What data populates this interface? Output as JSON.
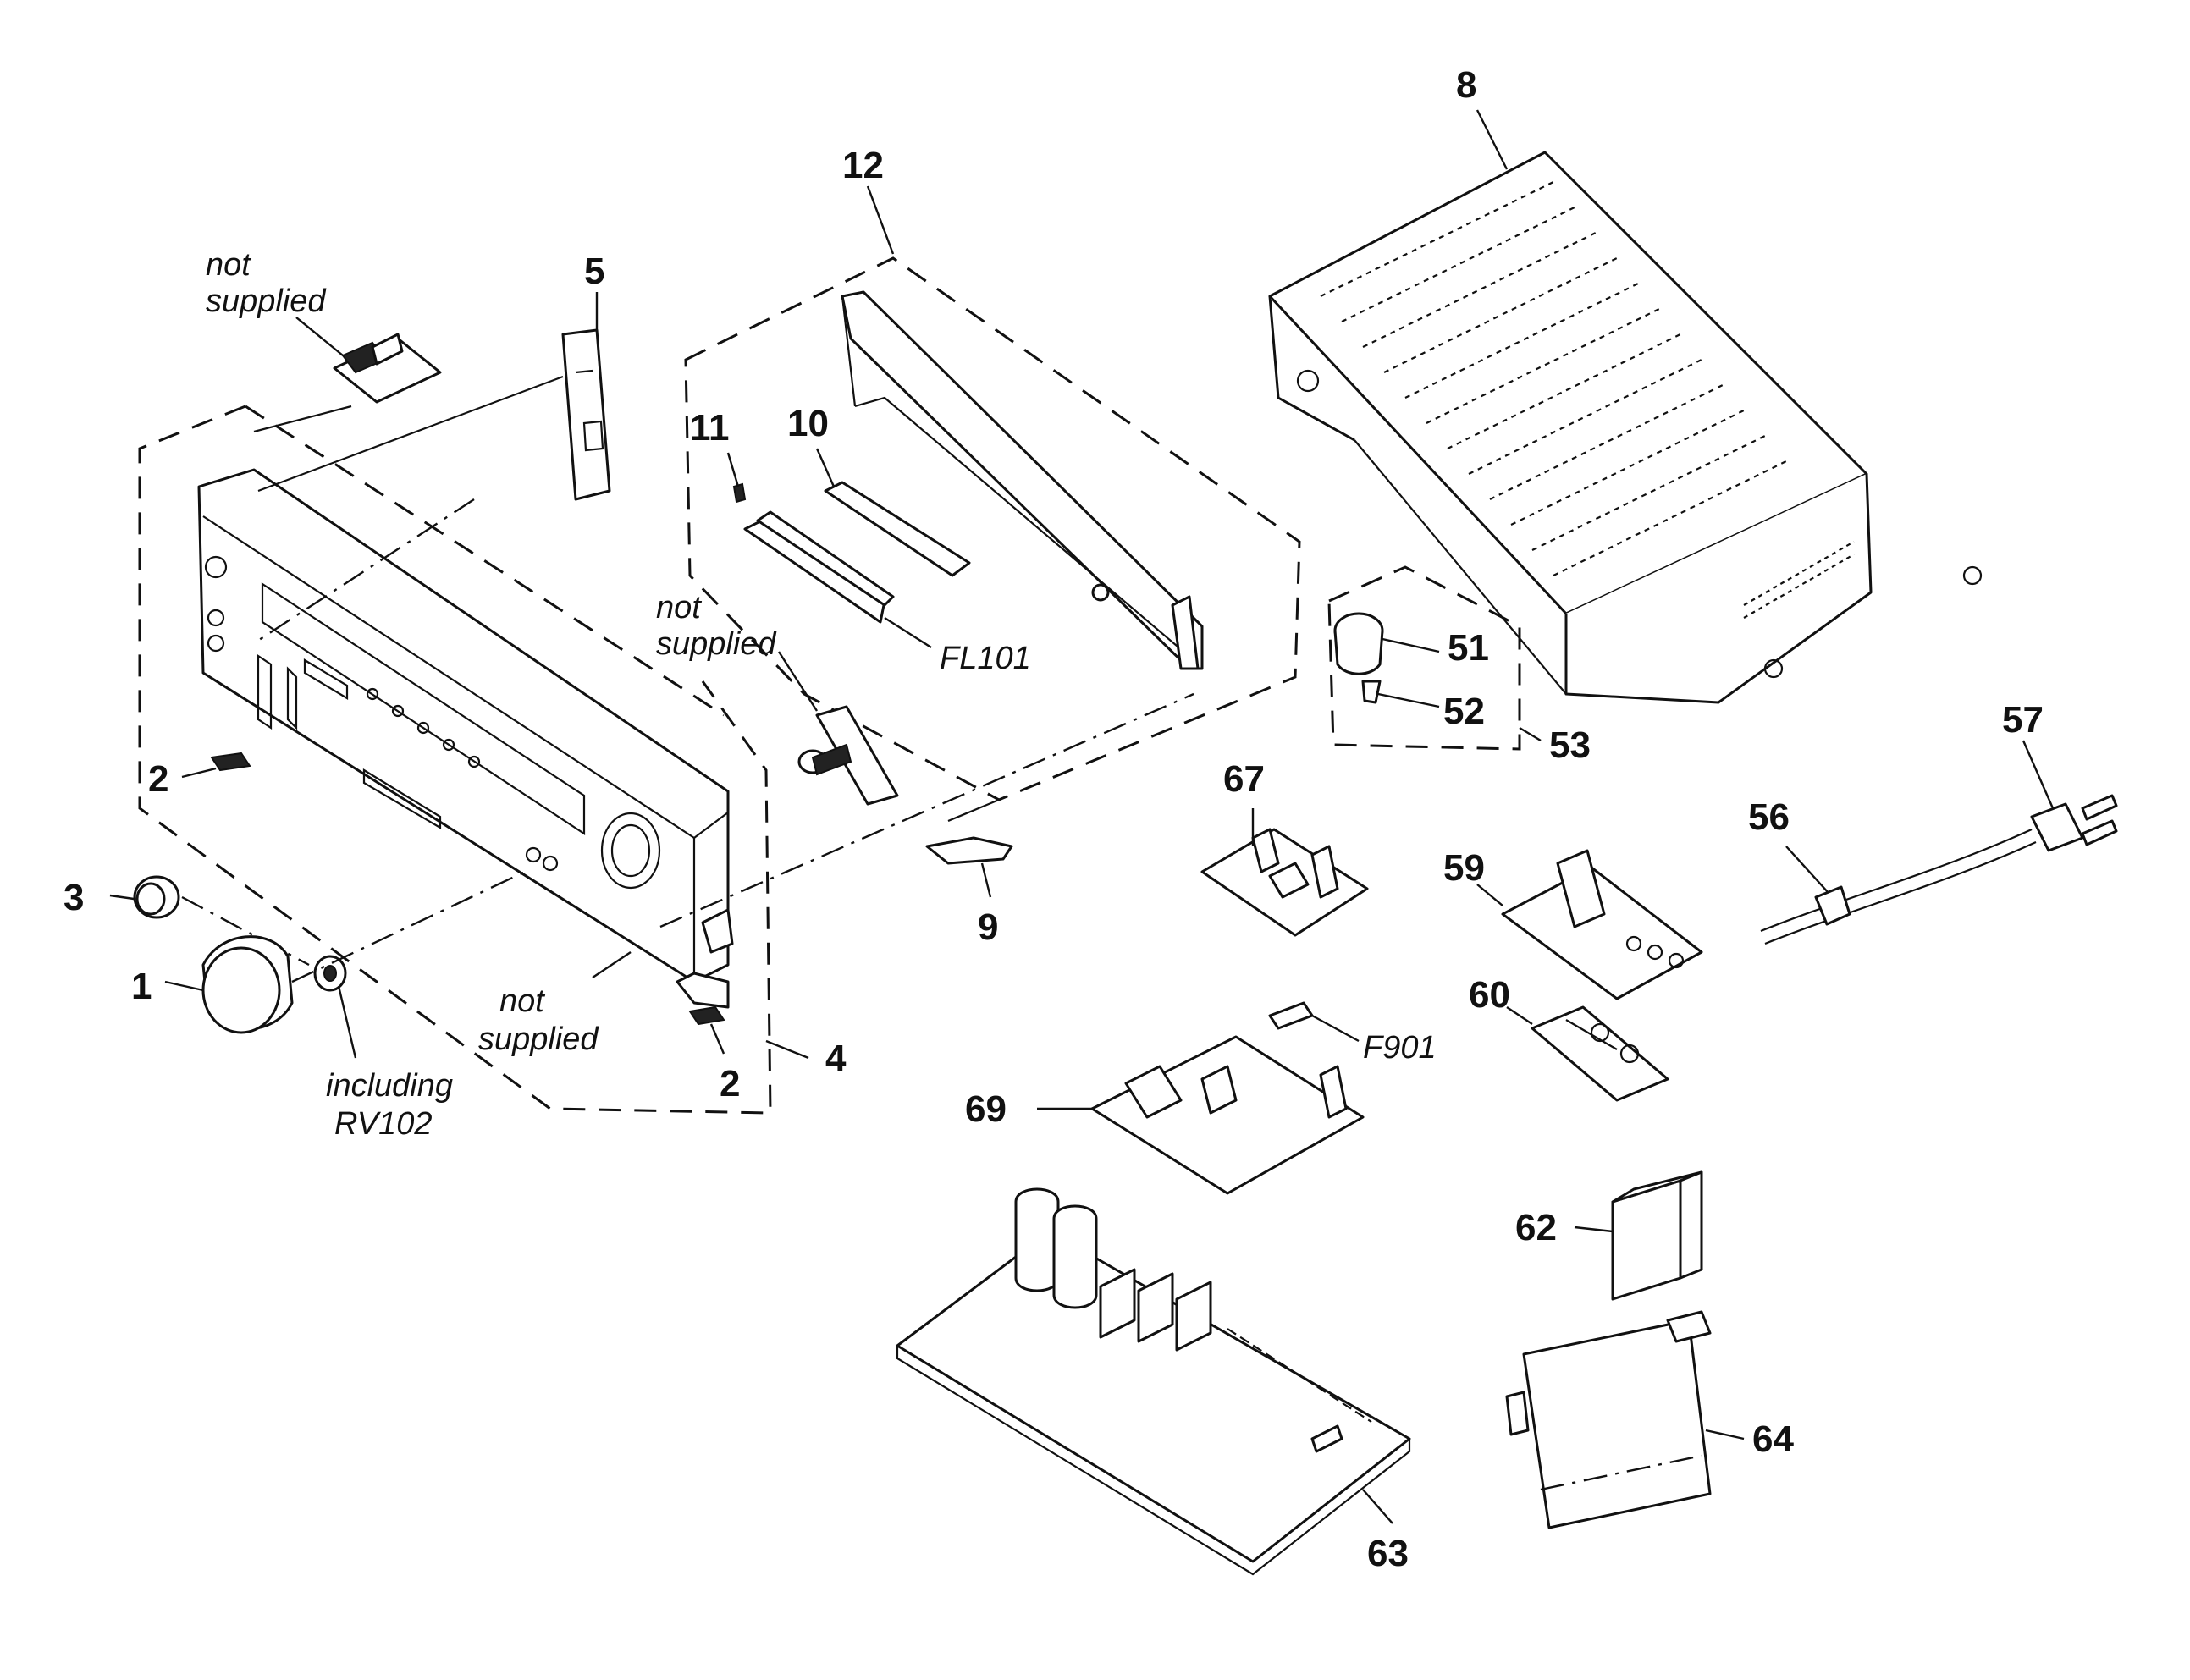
{
  "labels": {
    "p1": "1",
    "p2a": "2",
    "p2b": "2",
    "p3": "3",
    "p4": "4",
    "p5": "5",
    "p8": "8",
    "p9": "9",
    "p10": "10",
    "p11": "11",
    "p12": "12",
    "p51": "51",
    "p52": "52",
    "p53": "53",
    "p56": "56",
    "p57": "57",
    "p59": "59",
    "p60": "60",
    "p62": "62",
    "p63": "63",
    "p64": "64",
    "p67": "67",
    "p69": "69",
    "fl101": "FL101",
    "f901": "F901"
  },
  "notes": {
    "not_supplied_top_1": "not",
    "not_supplied_top_2": "supplied",
    "not_supplied_mid_1": "not",
    "not_supplied_mid_2": "supplied",
    "not_supplied_bottom_1": "not",
    "not_supplied_bottom_2": "supplied",
    "including_1": "including",
    "including_2": "RV102"
  }
}
